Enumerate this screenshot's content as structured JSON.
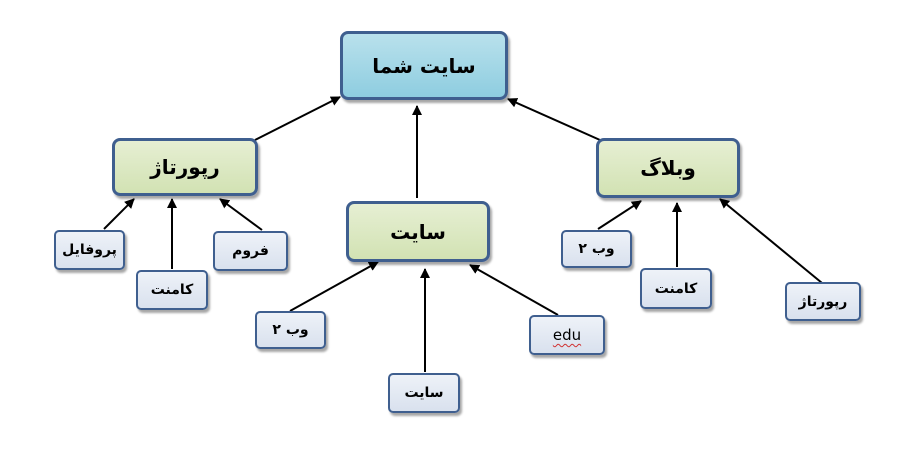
{
  "diagram": {
    "root": {
      "label": "سایت شما"
    },
    "branches": [
      {
        "label": "رپورتاژ",
        "children": [
          "پروفایل",
          "کامنت",
          "فروم"
        ]
      },
      {
        "label": "سایت",
        "children": [
          "وب ۲",
          "سایت",
          "edu"
        ]
      },
      {
        "label": "وبلاگ",
        "children": [
          "وب ۲",
          "کامنت",
          "رپورتاژ"
        ]
      }
    ]
  },
  "colors": {
    "root_fill": "#9fd5e5",
    "branch_fill": "#d9e7bf",
    "leaf_fill": "#e3e9f3",
    "border": "#3f5f8f",
    "arrow": "#000000"
  }
}
